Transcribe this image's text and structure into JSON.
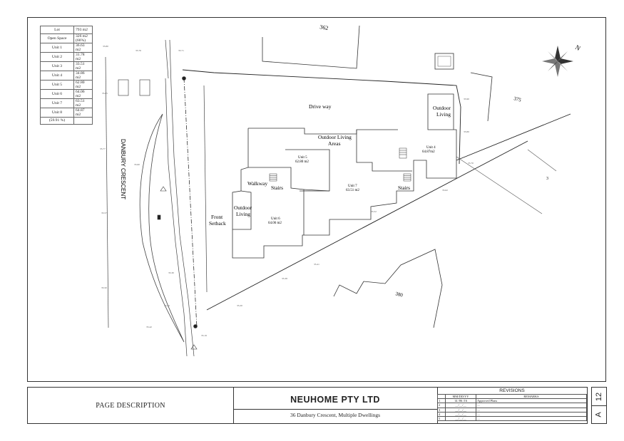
{
  "lot_table": [
    {
      "label": "Lot",
      "value": "793 m2"
    },
    {
      "label": "Open Space",
      "value": "326 m2 (66%)"
    },
    {
      "label": "Unit 1",
      "value": "36.63 m2"
    },
    {
      "label": "Unit 2",
      "value": "31.78 m2"
    },
    {
      "label": "Unit 3",
      "value": "33.51 m2"
    },
    {
      "label": "Unit 4",
      "value": "34.86 m2"
    },
    {
      "label": "Unit 5",
      "value": "62.80 m2"
    },
    {
      "label": "Unit 6",
      "value": "64.06 m2"
    },
    {
      "label": "Unit 7",
      "value": "63.51 m2"
    },
    {
      "label": "Unit 8",
      "value": "64.87 m2"
    },
    {
      "label": "(59.91 %)",
      "value": ""
    }
  ],
  "plan_labels": {
    "driveway": "Drive way",
    "outdoor_living_right": [
      "Outdoor",
      "Living"
    ],
    "outdoor_living_areas": [
      "Outdoor Living",
      "Areas"
    ],
    "walkway": "Walkway",
    "stairs": "Stairs",
    "outdoor_living_left": [
      "Outdoor",
      "Living"
    ],
    "front_setback": [
      "Front",
      "Setback"
    ],
    "street_name": "DANBURY CRESCENT",
    "lot_362": "362",
    "lot_375": "375",
    "lot_380": "380",
    "lot_3": "3",
    "north": "N"
  },
  "units": [
    {
      "name": "Unit 5",
      "area": "62.80 m2"
    },
    {
      "name": "Unit 4",
      "area": "64.87m2"
    },
    {
      "name": "Unit 7",
      "area": "63.51 m2"
    },
    {
      "name": "Unit 6",
      "area": "64.06 m2"
    }
  ],
  "title_block": {
    "page_description": "PAGE DESCRIPTION",
    "company": "NEUHOME PTY LTD",
    "project": "36 Danbury Crescent, Multiple Dwellings",
    "revisions_title": "REVISIONS",
    "rev_header": {
      "no": "",
      "date": "MM/DD/YY",
      "remarks": "REMARKS"
    },
    "revisions": [
      {
        "no": "1",
        "date": "14 /06 /16",
        "remarks": "Approved Plans"
      },
      {
        "no": "2",
        "date": "__/__/__",
        "remarks": "...."
      },
      {
        "no": "3",
        "date": "__/__/__",
        "remarks": "...."
      },
      {
        "no": "4",
        "date": "__/__/__",
        "remarks": "...."
      },
      {
        "no": "5",
        "date": "__/__/__",
        "remarks": "...."
      }
    ],
    "sheet_number": "12",
    "sheet_letter": "A"
  }
}
